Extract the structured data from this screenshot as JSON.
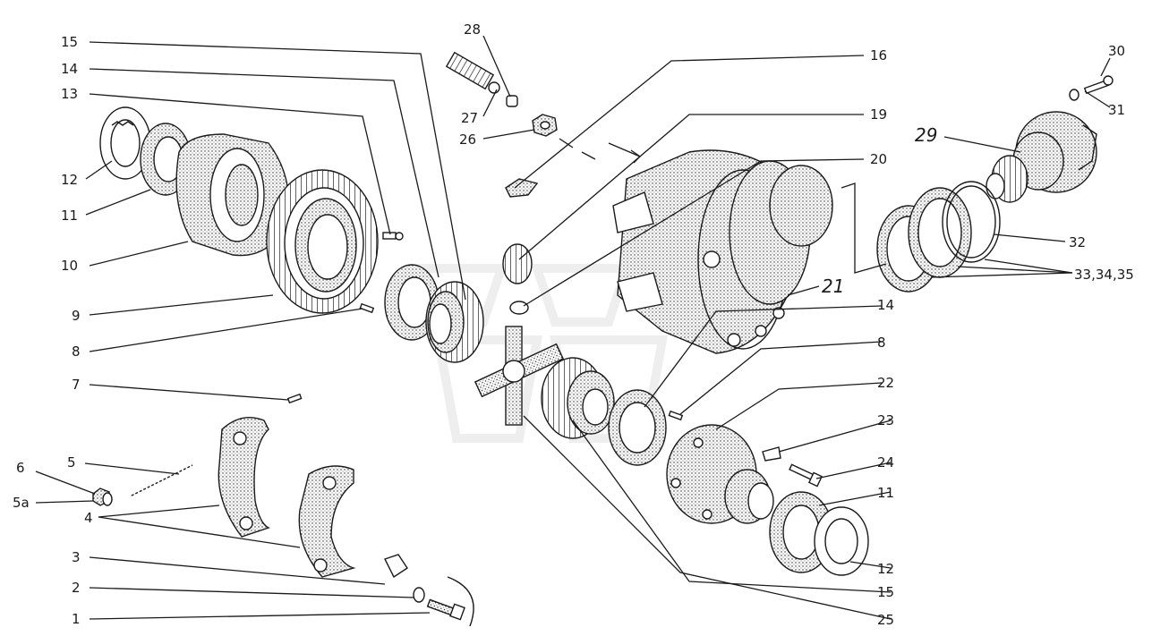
{
  "callouts": [
    {
      "id": "c15a",
      "text": "15"
    },
    {
      "id": "c14a",
      "text": "14"
    },
    {
      "id": "c13",
      "text": "13"
    },
    {
      "id": "c12a",
      "text": "12"
    },
    {
      "id": "c11a",
      "text": "11"
    },
    {
      "id": "c10",
      "text": "10"
    },
    {
      "id": "c9",
      "text": "9"
    },
    {
      "id": "c8a",
      "text": "8"
    },
    {
      "id": "c7",
      "text": "7"
    },
    {
      "id": "c6",
      "text": "6"
    },
    {
      "id": "c5",
      "text": "5"
    },
    {
      "id": "c5a",
      "text": "5a"
    },
    {
      "id": "c4",
      "text": "4"
    },
    {
      "id": "c3",
      "text": "3"
    },
    {
      "id": "c2",
      "text": "2"
    },
    {
      "id": "c1",
      "text": "1"
    },
    {
      "id": "c28",
      "text": "28"
    },
    {
      "id": "c27",
      "text": "27"
    },
    {
      "id": "c26",
      "text": "26"
    },
    {
      "id": "c16",
      "text": "16"
    },
    {
      "id": "c19",
      "text": "19"
    },
    {
      "id": "c20",
      "text": "20"
    },
    {
      "id": "c21",
      "text": "21"
    },
    {
      "id": "c29",
      "text": "29"
    },
    {
      "id": "c30",
      "text": "30"
    },
    {
      "id": "c31",
      "text": "31"
    },
    {
      "id": "c32",
      "text": "32"
    },
    {
      "id": "c333435",
      "text": "33,34,35"
    },
    {
      "id": "c14b",
      "text": "14"
    },
    {
      "id": "c8b",
      "text": "8"
    },
    {
      "id": "c22",
      "text": "22"
    },
    {
      "id": "c23",
      "text": "23"
    },
    {
      "id": "c24",
      "text": "24"
    },
    {
      "id": "c11b",
      "text": "11"
    },
    {
      "id": "c12b",
      "text": "12"
    },
    {
      "id": "c15b",
      "text": "15"
    },
    {
      "id": "c25",
      "text": "25"
    }
  ],
  "colors": {
    "ink": "#1a1a1a",
    "watermark": "#d9d9d9"
  }
}
